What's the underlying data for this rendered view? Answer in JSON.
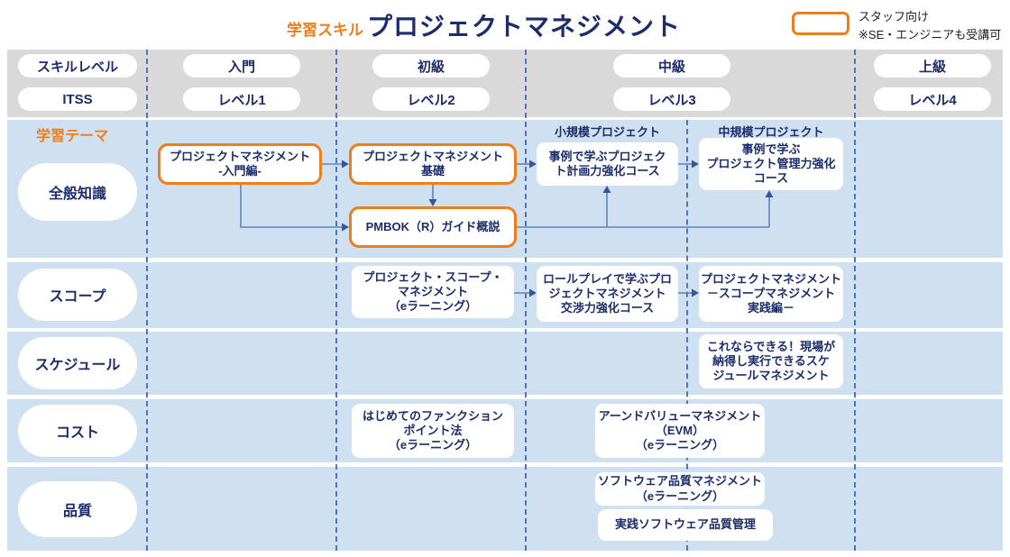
{
  "header": {
    "category_label": "学習スキル",
    "title": "プロジェクトマネジメント",
    "legend": {
      "line1": "スタッフ向け",
      "line2": "※SE・エンジニアも受講可"
    }
  },
  "matrix_header": {
    "skill_row": [
      "スキルレベル",
      "入門",
      "初級",
      "中級",
      "上級"
    ],
    "itss_row": [
      "ITSS",
      "レベル1",
      "レベル2",
      "レベル3",
      "レベル4"
    ]
  },
  "theme_label": "学習テーマ",
  "themes": [
    "全般知識",
    "スコープ",
    "スケジュール",
    "コスト",
    "品質"
  ],
  "group_labels": {
    "small": "小規模プロジェクト",
    "medium": "中規模プロジェクト"
  },
  "courses": {
    "pm_intro": "プロジェクトマネジメント\n-入門編-",
    "pm_basic": "プロジェクトマネジメント\n基礎",
    "pmbok": "PMBOK（R）ガイド概説",
    "case_planning": "事例で学ぶプロジェク\nト計画力強化コース",
    "case_management": "事例で学ぶ\nプロジェクト管理力強化\nコース",
    "scope_elearning": "プロジェクト・スコープ・\nマネジメント\n（eラーニング）",
    "roleplay_negotiation": "ロールプレイで学ぶプロ\nジェクトマネジメント\n交渉力強化コース",
    "scope_practice": "プロジェクトマネジメント\n－スコープマネジメント\n実践編－",
    "schedule_management": "これならできる！現場が\n納得し実行できるスケ\nジュールマネジメント",
    "function_point": "はじめてのファンクション\nポイント法\n（eラーニング）",
    "evm": "アーンドバリューマネジメント\n（EVM）\n（eラーニング）",
    "sw_quality": "ソフトウェア品質マネジメント\n（eラーニング）",
    "sw_quality_practice": "実践ソフトウェア品質管理"
  },
  "colors": {
    "accent_orange": "#ee7d1c",
    "navy_text": "#1b2d6b",
    "row_blue": "#cfe0f1",
    "header_gray": "#d9d9d9",
    "line_blue": "#4f74c2"
  }
}
